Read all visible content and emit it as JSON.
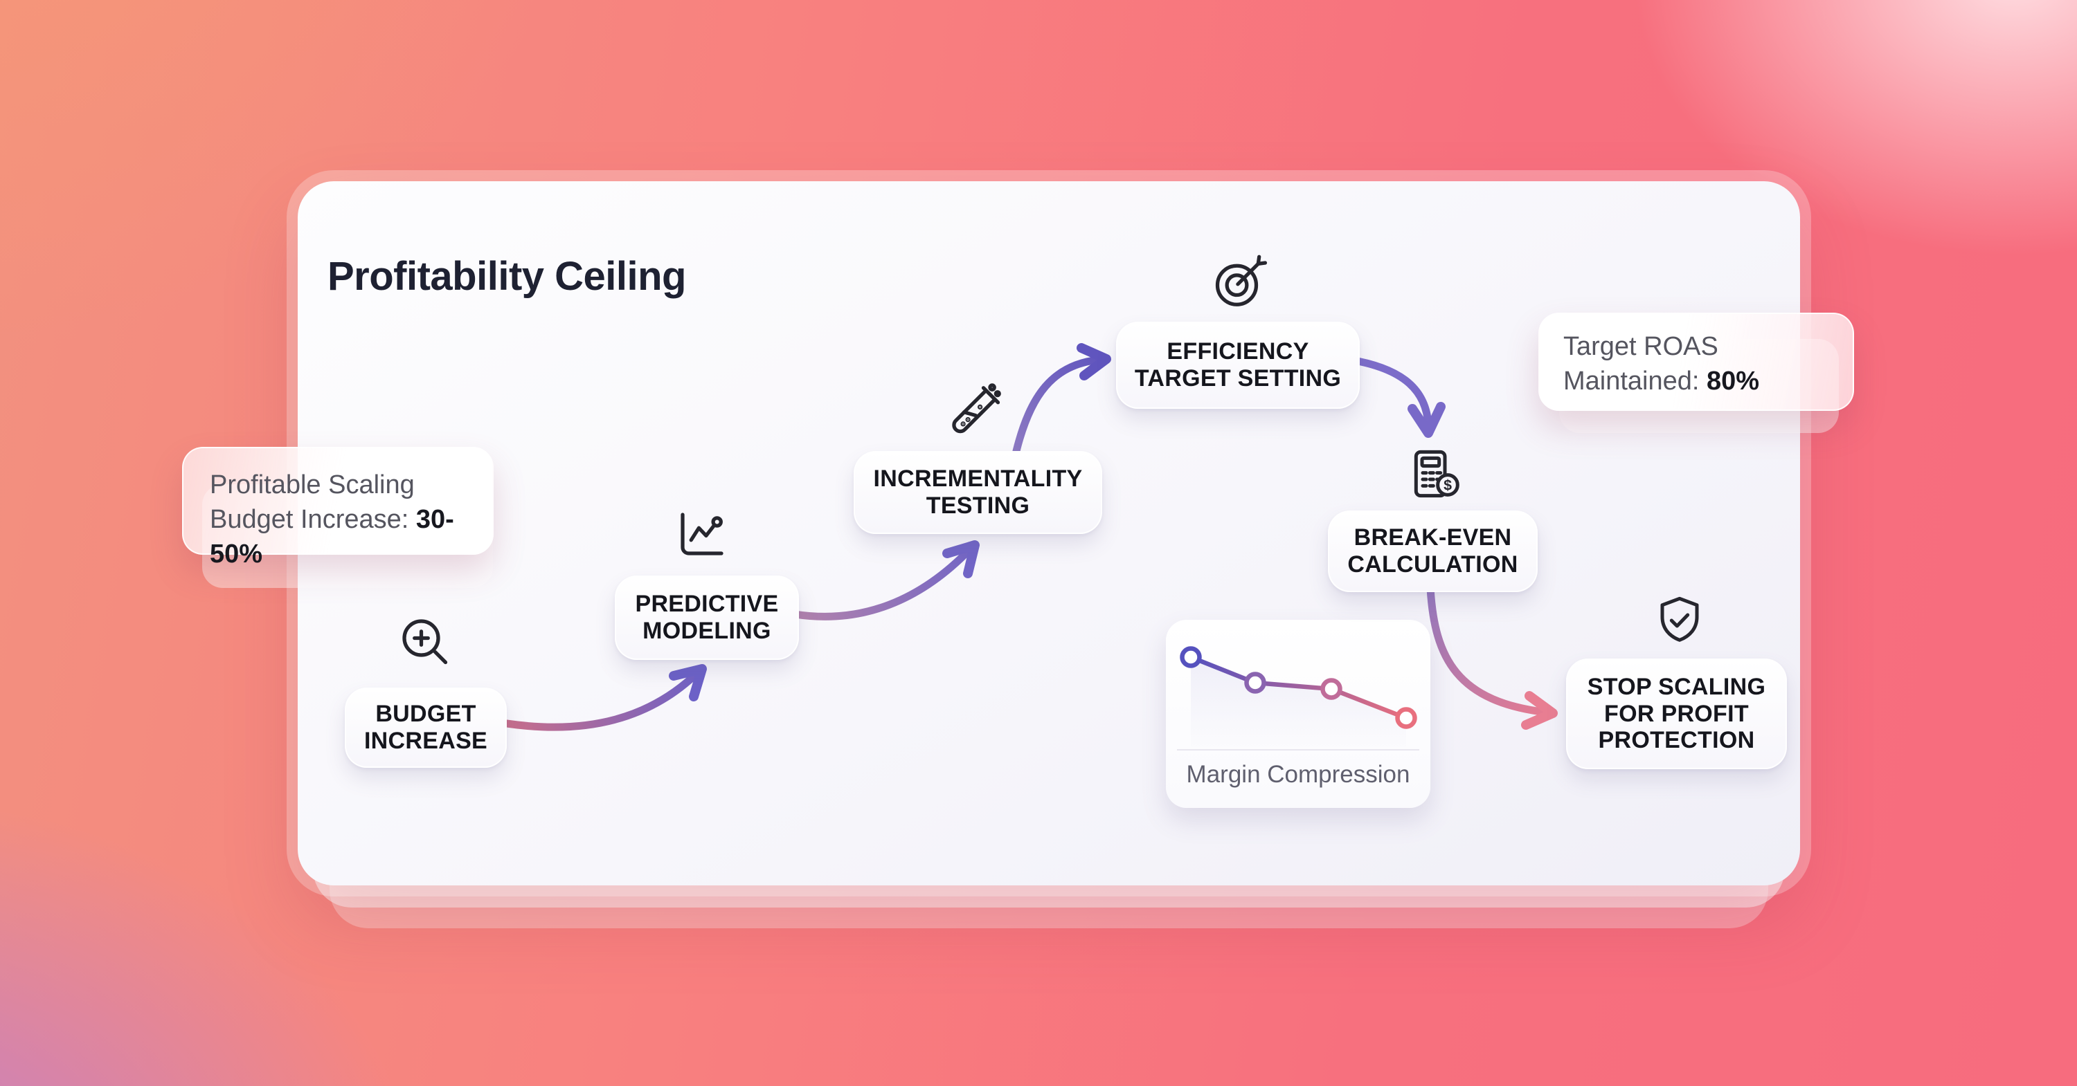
{
  "title": "Profitability Ceiling",
  "nodes": {
    "budget_increase": {
      "label": "BUDGET\nINCREASE",
      "icon": "zoom-in"
    },
    "predictive_modeling": {
      "label": "PREDICTIVE\nMODELING",
      "icon": "line-chart"
    },
    "incrementality_testing": {
      "label": "INCREMENTALITY\nTESTING",
      "icon": "test-tube"
    },
    "efficiency_target": {
      "label": "EFFICIENCY\nTARGET SETTING",
      "icon": "target-dart"
    },
    "break_even": {
      "label": "BREAK-EVEN\nCALCULATION",
      "icon": "calculator-dollar"
    },
    "stop_scaling": {
      "label": "STOP SCALING\nFOR PROFIT\nPROTECTION",
      "icon": "shield-check"
    }
  },
  "edges": [
    {
      "from": "budget_increase",
      "to": "predictive_modeling"
    },
    {
      "from": "predictive_modeling",
      "to": "incrementality_testing"
    },
    {
      "from": "incrementality_testing",
      "to": "efficiency_target"
    },
    {
      "from": "efficiency_target",
      "to": "break_even"
    },
    {
      "from": "break_even",
      "to": "stop_scaling"
    }
  ],
  "callouts": {
    "profitable_scaling": {
      "line1": "Profitable Scaling",
      "line2_label": "Budget Increase: ",
      "line2_value": "30-50%"
    },
    "target_roas": {
      "line1": "Target ROAS",
      "line2_label": "Maintained: ",
      "line2_value": "80%"
    }
  },
  "chart_data": {
    "type": "line",
    "title": "Margin Compression",
    "x": [
      1,
      2,
      3,
      4
    ],
    "values": [
      100,
      72,
      65,
      33
    ],
    "trend": "declining",
    "xlabel": "",
    "ylabel": "",
    "grid": false,
    "legend": false,
    "line_gradient": [
      "#5551BE",
      "#E86F7E"
    ],
    "point_colors": [
      "#5551BE",
      "#8A64B0",
      "#C06C99",
      "#E86F7E"
    ]
  },
  "colors": {
    "background_coral": "#F2917F",
    "background_pink": "#F76C7E",
    "background_purple": "#BE7DCD",
    "card": "#F8F7FB",
    "node_text": "#15161D",
    "muted_text": "#55555F",
    "arrow_rose": "#C66E8C",
    "arrow_purple": "#6C61C7",
    "arrow_pink": "#E87B8F"
  }
}
